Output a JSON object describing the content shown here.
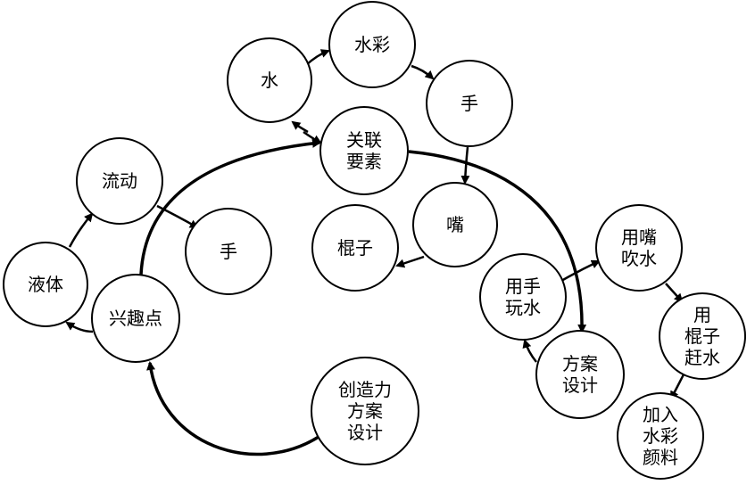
{
  "nodes": {
    "shui": {
      "lines": [
        "水"
      ]
    },
    "shuicai": {
      "lines": [
        "水彩"
      ]
    },
    "shou_top": {
      "lines": [
        "手"
      ]
    },
    "guanlian": {
      "lines": [
        "关联",
        "要素"
      ]
    },
    "zui": {
      "lines": [
        "嘴"
      ]
    },
    "gunzi": {
      "lines": [
        "棍子"
      ]
    },
    "liudong": {
      "lines": [
        "流动"
      ]
    },
    "shou_mid": {
      "lines": [
        "手"
      ]
    },
    "yeti": {
      "lines": [
        "液体"
      ]
    },
    "xingqudian": {
      "lines": [
        "兴趣点"
      ]
    },
    "chuangzao": {
      "lines": [
        "创造力",
        "方案",
        "设计"
      ]
    },
    "yongshou": {
      "lines": [
        "用手",
        "玩水"
      ]
    },
    "yongzui": {
      "lines": [
        "用嘴",
        "吹水"
      ]
    },
    "fangan": {
      "lines": [
        "方案",
        "设计"
      ]
    },
    "yonggunzi": {
      "lines": [
        "用",
        "棍子",
        "赶水"
      ]
    },
    "jiaru": {
      "lines": [
        "加入",
        "水彩",
        "颜料"
      ]
    }
  },
  "edges": [
    {
      "from": "shui",
      "to": "shuicai"
    },
    {
      "from": "shuicai",
      "to": "shou_top"
    },
    {
      "from": "shou_top",
      "to": "zui"
    },
    {
      "from": "zui",
      "to": "gunzi"
    },
    {
      "from": "guanlian",
      "to": "shui"
    },
    {
      "from": "shui",
      "to": "guanlian"
    },
    {
      "from": "xingqudian",
      "to": "guanlian"
    },
    {
      "from": "guanlian",
      "to": "fangan"
    },
    {
      "from": "chuangzao",
      "to": "xingqudian"
    },
    {
      "from": "xingqudian",
      "to": "yeti"
    },
    {
      "from": "yeti",
      "to": "liudong"
    },
    {
      "from": "liudong",
      "to": "shou_mid"
    },
    {
      "from": "fangan",
      "to": "yongshou"
    },
    {
      "from": "yongshou",
      "to": "yongzui"
    },
    {
      "from": "yongzui",
      "to": "yonggunzi"
    },
    {
      "from": "yonggunzi",
      "to": "jiaru"
    }
  ]
}
